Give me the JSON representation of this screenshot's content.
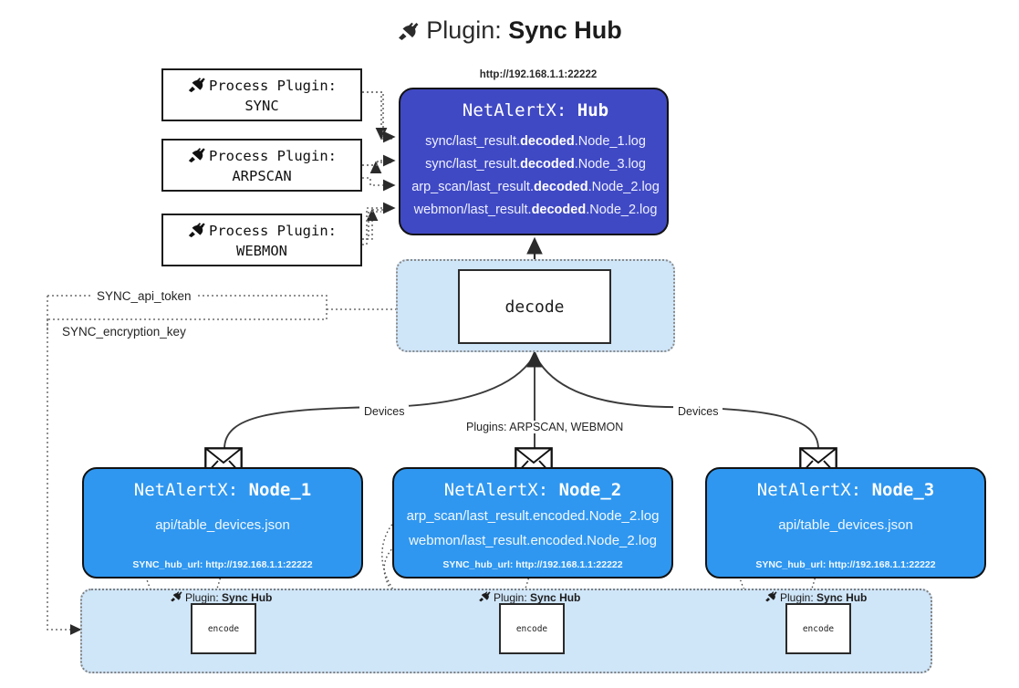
{
  "title": {
    "icon": "plug-icon",
    "prefix": "Plugin:",
    "name": "Sync Hub"
  },
  "process_plugins": [
    {
      "icon": "plug-icon",
      "line1": "Process Plugin:",
      "line2": "SYNC"
    },
    {
      "icon": "plug-icon",
      "line1": "Process Plugin:",
      "line2": "ARPSCAN"
    },
    {
      "icon": "plug-icon",
      "line1": "Process Plugin:",
      "line2": "WEBMON"
    }
  ],
  "hub": {
    "url": "http://192.168.1.1:22222",
    "title_prefix": "NetAlertX:",
    "title_name": "Hub",
    "logs": [
      {
        "pre": "sync/last_result.",
        "mid": "decoded",
        "post": ".Node_1.log"
      },
      {
        "pre": "sync/last_result.",
        "mid": "decoded",
        "post": ".Node_3.log"
      },
      {
        "pre": "arp_scan/last_result.",
        "mid": "decoded",
        "post": ".Node_2.log"
      },
      {
        "pre": "webmon/last_result.",
        "mid": "decoded",
        "post": ".Node_2.log"
      }
    ]
  },
  "decode": {
    "label": "decode"
  },
  "tokens": {
    "api_token": "SYNC_api_token",
    "encryption_key": "SYNC_encryption_key"
  },
  "edges": {
    "devices_left": "Devices",
    "devices_right": "Devices",
    "plugins": "Plugins: ARPSCAN, WEBMON"
  },
  "nodes": [
    {
      "title_prefix": "NetAlertX:",
      "title_name": "Node_1",
      "lines": [
        "api/table_devices.json"
      ],
      "footer": "SYNC_hub_url: http://192.168.1.1:22222",
      "envelope_icon": "envelope-icon"
    },
    {
      "title_prefix": "NetAlertX:",
      "title_name": "Node_2",
      "lines": [
        "arp_scan/last_result.encoded.Node_2.log",
        "webmon/last_result.encoded.Node_2.log"
      ],
      "footer": "SYNC_hub_url: http://192.168.1.1:22222",
      "envelope_icon": "envelope-icon"
    },
    {
      "title_prefix": "NetAlertX:",
      "title_name": "Node_3",
      "lines": [
        "api/table_devices.json"
      ],
      "footer": "SYNC_hub_url: http://192.168.1.1:22222",
      "envelope_icon": "envelope-icon"
    }
  ],
  "encoders": [
    {
      "caption_prefix": "Plugin:",
      "caption_name": "Sync Hub",
      "label": "encode",
      "icon": "plug-icon"
    },
    {
      "caption_prefix": "Plugin:",
      "caption_name": "Sync Hub",
      "label": "encode",
      "icon": "plug-icon"
    },
    {
      "caption_prefix": "Plugin:",
      "caption_name": "Sync Hub",
      "label": "encode",
      "icon": "plug-icon"
    }
  ],
  "colors": {
    "hub_fill": "#4049c4",
    "node_fill": "#2f97f0",
    "band_fill": "#cfe5f8",
    "stroke": "#121212",
    "background": "#ffffff"
  }
}
